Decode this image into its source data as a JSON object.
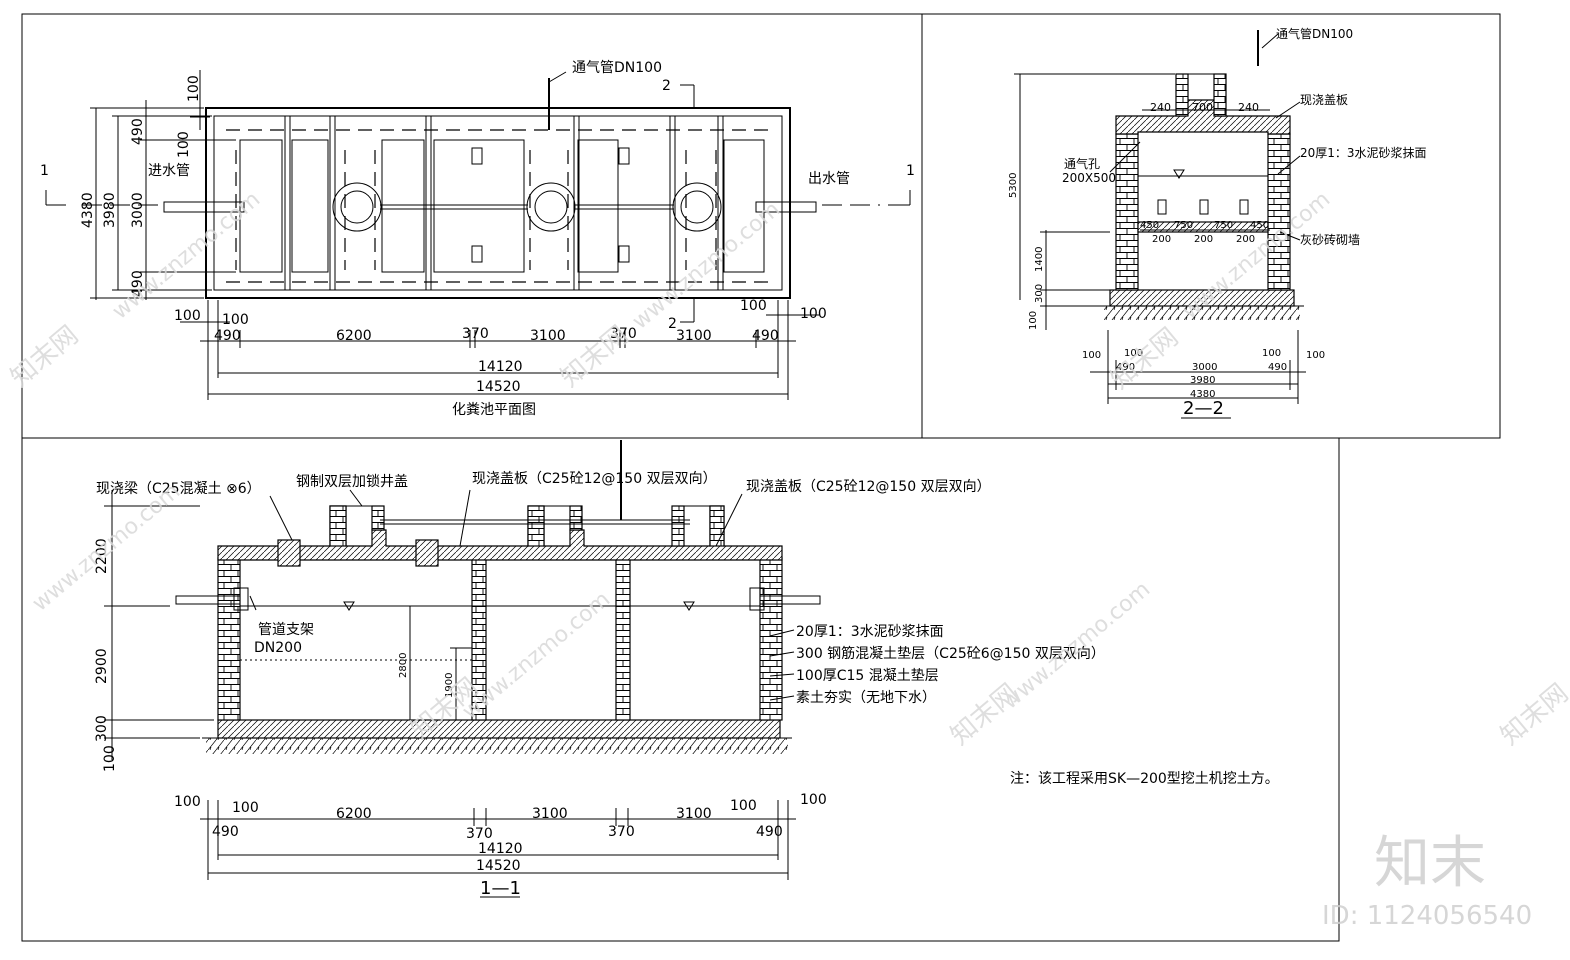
{
  "plan": {
    "title": "化粪池平面图",
    "vent_label": "通气管DN100",
    "inlet_label": "进水管",
    "outlet_label": "出水管",
    "section_mark_1": "1",
    "section_mark_2": "2",
    "dims_top": [
      "100",
      "100",
      "490",
      "6200",
      "370",
      "3100",
      "370",
      "3100",
      "490",
      "100",
      "100"
    ],
    "dim_inner_total": "14120",
    "dim_outer_total": "14520",
    "dims_left": [
      "4380",
      "3980",
      "490",
      "3000",
      "490",
      "100",
      "100"
    ]
  },
  "section22": {
    "title": "2—2",
    "vent_label": "通气管DN100",
    "cover_label": "现浇盖板",
    "plaster_label": "20厚1：3水泥砂浆抹面",
    "wall_label": "灰砂砖砌墙",
    "hole_label_1": "通气孔",
    "hole_label_2": "200X500",
    "dims_top": [
      "240",
      "700",
      "240"
    ],
    "dims_holes": [
      "450",
      "750",
      "750",
      "450"
    ],
    "dims_holes_b": [
      "200",
      "200",
      "200"
    ],
    "dims_left": [
      "5300",
      "1400",
      "300",
      "100"
    ],
    "dims_bottom": [
      "100",
      "100",
      "490",
      "3000",
      "100",
      "100",
      "490",
      "3980",
      "4380"
    ]
  },
  "section11": {
    "title": "1—1",
    "beam_label": "现浇梁（C25混凝土 ⊗6）",
    "cover_lock_label": "钢制双层加锁井盖",
    "slab_label_1": "现浇盖板（C25砼12@150 双层双向）",
    "slab_label_2": "现浇盖板（C25砼12@150 双层双向）",
    "pipe_support_label": "管道支架",
    "pipe_dn_label": "DN200",
    "layer_labels": [
      "20厚1：3水泥砂浆抹面",
      "300 钢筋混凝土垫层（C25砼6@150 双层双向）",
      "100厚C15 混凝土垫层",
      "素土夯实（无地下水）"
    ],
    "dims_left": [
      "2200",
      "2900",
      "300",
      "100"
    ],
    "dims_inner": [
      "2800",
      "1900"
    ],
    "dims_bottom": [
      "100",
      "100",
      "490",
      "6200",
      "370",
      "3100",
      "370",
      "3100",
      "490",
      "100",
      "100"
    ],
    "dim_inner_total": "14120",
    "dim_outer_total": "14520",
    "note": "注：该工程采用SK—200型挖土机挖土方。"
  },
  "watermark": {
    "site": "www.znzmo.com",
    "brand_cn": "知末网",
    "logo": "知末",
    "id_text": "ID: 1124056540"
  }
}
